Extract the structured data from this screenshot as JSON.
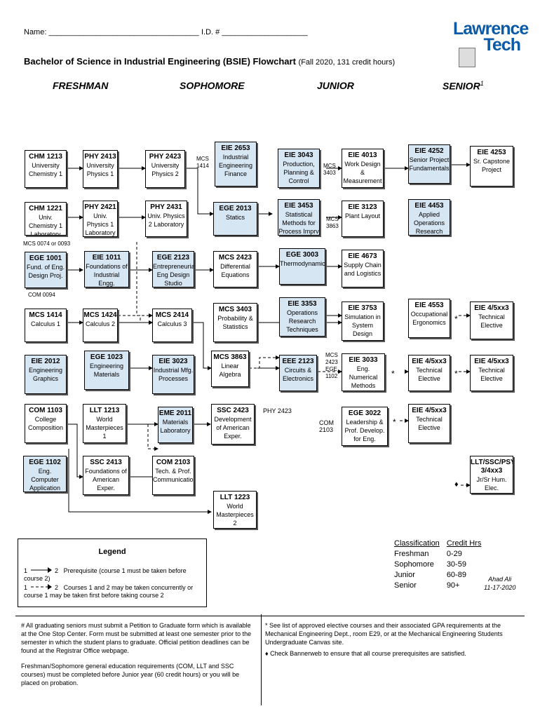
{
  "header": {
    "name_label": "Name: ___________________________________",
    "id_label": "I.D. # ____________________",
    "title": "Bachelor of Science in Industrial Engineering (BSIE) Flowchart",
    "subtitle": "(Fall 2020, 131 credit hours)",
    "logo_line1": "Lawrence",
    "logo_line2": "Tech"
  },
  "years": {
    "freshman": "FRESHMAN",
    "sophomore": "SOPHOMORE",
    "junior": "JUNIOR",
    "senior": "SENIOR",
    "senior_mark": "1"
  },
  "courses": {
    "chm1213": {
      "code": "CHM 1213",
      "name": "University Chemistry 1"
    },
    "chm1221": {
      "code": "CHM 1221",
      "name": "Univ. Chemistry 1 Laboratory"
    },
    "ege1001": {
      "code": "EGE 1001",
      "name": "Fund. of Eng. Design Proj."
    },
    "mcs1414": {
      "code": "MCS 1414",
      "name": "Calculus 1"
    },
    "eie2012": {
      "code": "EIE 2012",
      "name": "Engineering Graphics"
    },
    "com1103": {
      "code": "COM 1103",
      "name": "College Composition"
    },
    "ege1102": {
      "code": "EGE 1102",
      "name": "Eng. Computer Application Lab."
    },
    "phy2413": {
      "code": "PHY 2413",
      "name": "University Physics 1"
    },
    "phy2421": {
      "code": "PHY 2421",
      "name": "Univ. Physics 1 Laboratory"
    },
    "eie1011": {
      "code": "EIE 1011",
      "name": "Foundations of Industrial Engg."
    },
    "mcs1424": {
      "code": "MCS 1424",
      "name": "Calculus 2"
    },
    "ege1023": {
      "code": "EGE 1023",
      "name": "Engineering Materials"
    },
    "llt1213": {
      "code": "LLT 1213",
      "name": "World Masterpieces 1"
    },
    "ssc2413": {
      "code": "SSC 2413",
      "name": "Foundations of American Exper."
    },
    "phy2423": {
      "code": "PHY 2423",
      "name": "University Physics 2"
    },
    "phy2431": {
      "code": "PHY 2431",
      "name": "Univ. Physics 2 Laboratory"
    },
    "ege2123": {
      "code": "EGE 2123",
      "name": "Entrepreneurial Eng Design Studio"
    },
    "mcs2414": {
      "code": "MCS 2414",
      "name": "Calculus 3"
    },
    "eie3023": {
      "code": "EIE 3023",
      "name": "Industrial Mfg. Processes"
    },
    "eme2011": {
      "code": "EME 2011",
      "name": "Materials Laboratory"
    },
    "com2103": {
      "code": "COM 2103",
      "name": "Tech. & Prof. Communication"
    },
    "eie2653": {
      "code": "EIE 2653",
      "name": "Industrial Engineering Finance"
    },
    "ege2013": {
      "code": "EGE 2013",
      "name": "Statics"
    },
    "mcs2423": {
      "code": "MCS 2423",
      "name": "Differential Equations"
    },
    "mcs3403": {
      "code": "MCS 3403",
      "name": "Probability & Statistics"
    },
    "mcs3863": {
      "code": "MCS 3863",
      "name": "Linear Algebra"
    },
    "ssc2423": {
      "code": "SSC 2423",
      "name": "Development of American Exper."
    },
    "llt1223": {
      "code": "LLT 1223",
      "name": "World Masterpieces 2"
    },
    "eie3043": {
      "code": "EIE 3043",
      "name": "Production, Planning & Control"
    },
    "eie3453": {
      "code": "EIE 3453",
      "name": "Statistical Methods for Process Imprv"
    },
    "ege3003": {
      "code": "EGE 3003",
      "name": "Thermodynamics"
    },
    "eie3353": {
      "code": "EIE 3353",
      "name": "Operations Research Techniques"
    },
    "eee2123": {
      "code": "EEE 2123",
      "name": "Circuits & Electronics"
    },
    "eie4013": {
      "code": "EIE 4013",
      "name": "Work Design & Measurement"
    },
    "eie3123": {
      "code": "EIE 3123",
      "name": "Plant Layout"
    },
    "eie4673": {
      "code": "EIE 4673",
      "name": "Supply Chain and Logistics"
    },
    "eie3753": {
      "code": "EIE 3753",
      "name": "Simulation in System Design"
    },
    "eie3033": {
      "code": "EIE 3033",
      "name": "Eng. Numerical Methods"
    },
    "ege3022": {
      "code": "EGE 3022",
      "name": "Leadership & Prof. Develop. for Eng."
    },
    "eie4252": {
      "code": "EIE 4252",
      "name": "Senior Project Fundamentals"
    },
    "eie4453": {
      "code": "EIE 4453",
      "name": "Applied Operations Research"
    },
    "eie4553": {
      "code": "EIE 4553",
      "name": "Occupational Ergonomics"
    },
    "eie45xx1": {
      "code": "EIE 4/5xx3",
      "name": "Technical Elective"
    },
    "eie45xx2": {
      "code": "EIE 4/5xx3",
      "name": "Technical Elective"
    },
    "eie4253": {
      "code": "EIE 4253",
      "name": "Sr. Capstone Project"
    },
    "eie45xx3": {
      "code": "EIE 4/5xx3",
      "name": "Technical Elective"
    },
    "eie45xx4": {
      "code": "EIE 4/5xx3",
      "name": "Technical Elective"
    },
    "lltssc": {
      "code": "LLT/SSC/PSY 3/4xx3",
      "name": "Jr/Sr Hum. Elec."
    }
  },
  "notes": {
    "mcs1414_top": "MCS 1414",
    "mcs0074": "MCS 0074 or 0093",
    "com0094": "COM 0094",
    "phy2423": "PHY 2423",
    "mcs3403_a": "MCS 3403",
    "mcs3863": "MCS 3863",
    "mcs2423_ege1102": "MCS 2423 EGE 1102",
    "com2103": "COM 2103",
    "star": "*",
    "diamond": "♦"
  },
  "legend": {
    "title": "Legend",
    "row1_a": "1",
    "row1_b": "2",
    "row1_text": "Prerequisite (course 1 must be taken before course 2)",
    "row2_a": "1",
    "row2_b": "2",
    "row2_text": "Courses 1 and 2 may be taken concurrently or course 1 may be taken first before taking course 2"
  },
  "credits": {
    "h1": "Classification",
    "h2": "Credit Hrs",
    "rows": [
      [
        "Freshman",
        "0-29"
      ],
      [
        "Sophomore",
        "30-59"
      ],
      [
        "Junior",
        "60-89"
      ],
      [
        "Senior",
        "90+"
      ]
    ],
    "author": "Ahad Ali",
    "date": "11-17-2020"
  },
  "footer": {
    "left1": "# All graduating seniors must submit a Petition to Graduate form which is available at the One Stop Center. Form must be submitted at least one semester prior to the semester in which the student plans to graduate. Official petition deadlines can be found at the Registrar Office webpage.",
    "left2": "Freshman/Sophomore general education requirements (COM, LLT and SSC courses) must be completed before Junior year (60 credit hours) or you will be placed on probation.",
    "right1": "* See list of approved elective courses and their associated GPA requirements at the Mechanical Engineering Dept., room E29, or at the Mechanical Engineering Students Undergraduate Canvas site.",
    "right2": "♦ Check Bannerweb to ensure that all course prerequisites are satisfied."
  }
}
